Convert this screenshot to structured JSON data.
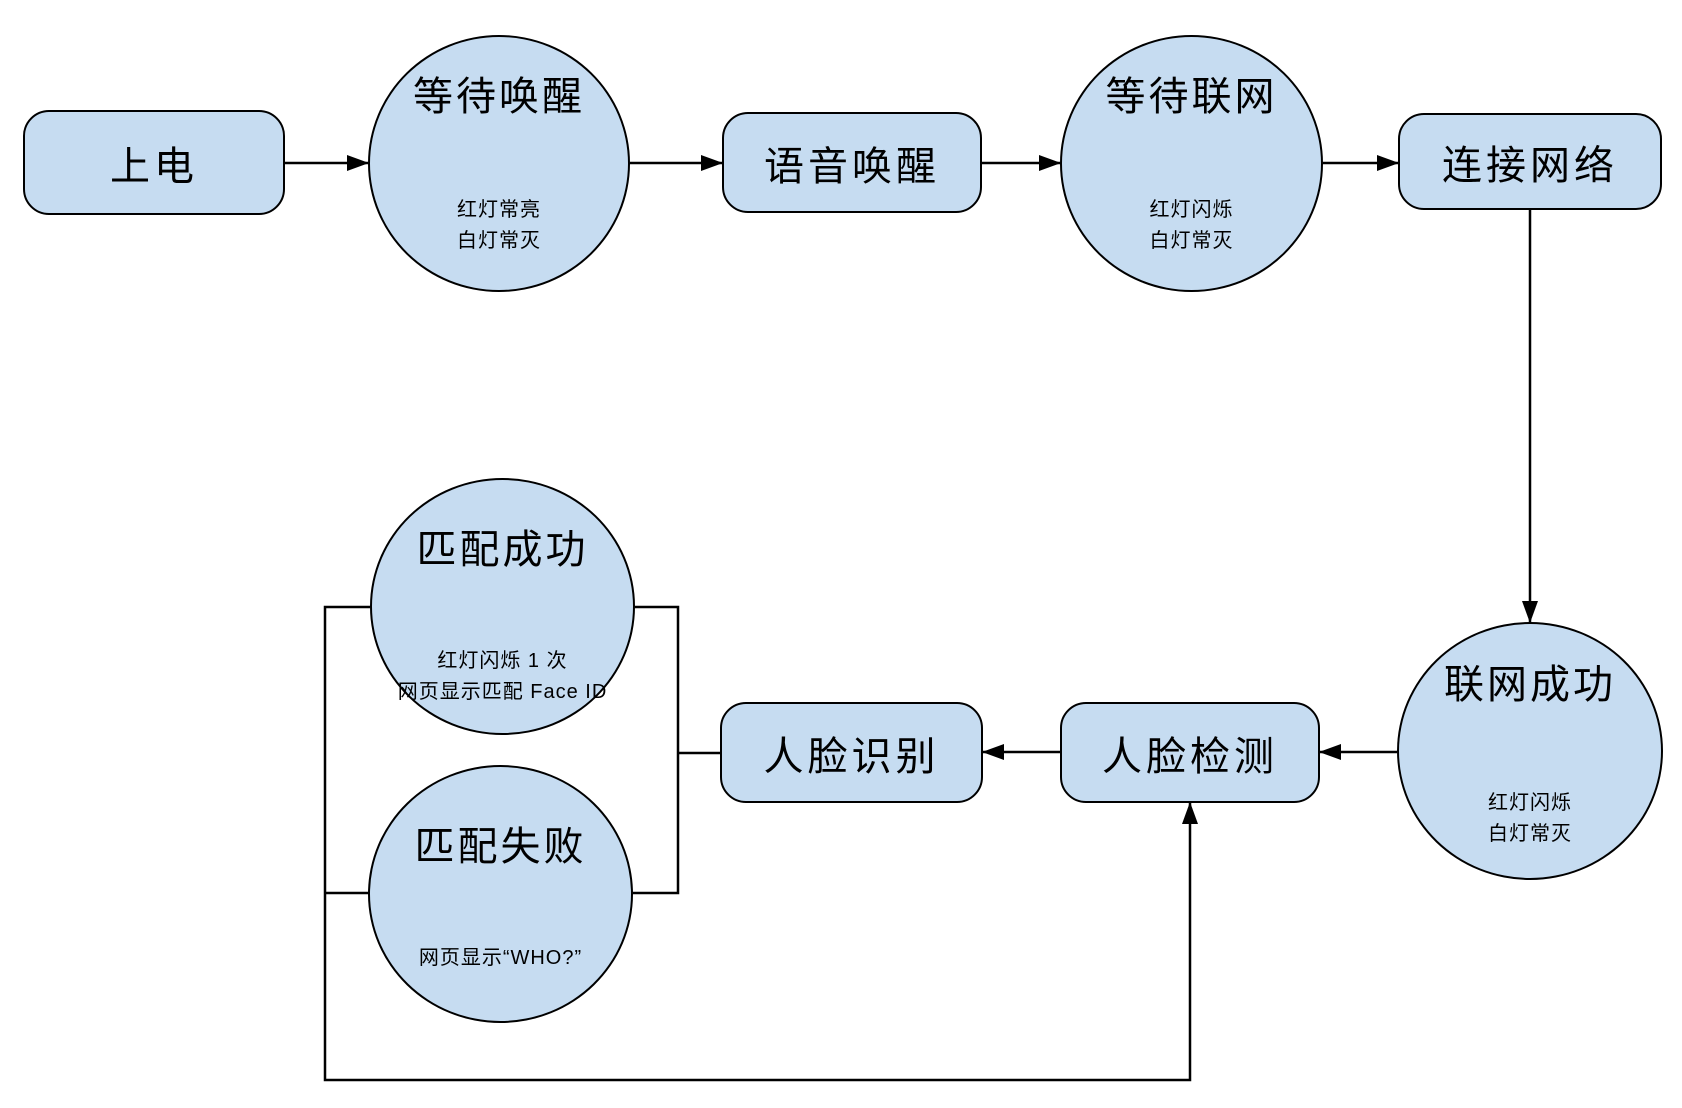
{
  "canvas": {
    "background": "#ffffff",
    "node_fill": "#c6dcf1",
    "node_stroke": "#000000",
    "line_color": "#000000"
  },
  "nodes": {
    "power_on": {
      "label": "上电"
    },
    "wait_wake": {
      "title": "等待唤醒",
      "notes": [
        "红灯常亮",
        "白灯常灭"
      ]
    },
    "voice_wake": {
      "label": "语音唤醒"
    },
    "wait_network": {
      "title": "等待联网",
      "notes": [
        "红灯闪烁",
        "白灯常灭"
      ]
    },
    "connect_network": {
      "label": "连接网络"
    },
    "network_success": {
      "title": "联网成功",
      "notes": [
        "红灯闪烁",
        "白灯常灭"
      ]
    },
    "face_recognition": {
      "label": "人脸识别"
    },
    "face_detection": {
      "label": "人脸检测"
    },
    "match_success": {
      "title": "匹配成功",
      "notes": [
        "红灯闪烁 1 次",
        "网页显示匹配 Face ID"
      ]
    },
    "match_fail": {
      "title": "匹配失败",
      "notes": [
        "网页显示“WHO?”"
      ]
    }
  }
}
